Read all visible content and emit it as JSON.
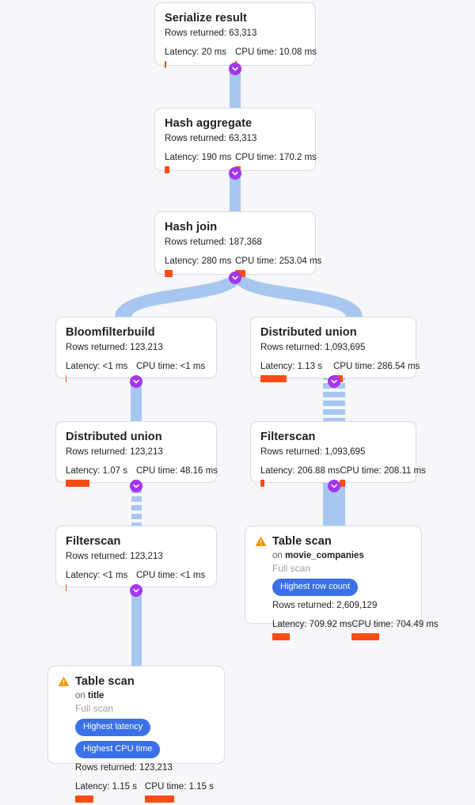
{
  "theme": {
    "background": "#f5f7fa",
    "card_background": "#ffffff",
    "card_border": "#dadce0",
    "edge_color": "#a8c7f0",
    "puck_color": "#a435f0",
    "badge_color": "#3b71e8",
    "metric_bar_color": "#fc4c16",
    "warning_color": "#f09300",
    "title_color": "#202124",
    "muted_color": "#5f6368"
  },
  "labels": {
    "rows_returned_prefix": "Rows returned: ",
    "latency_prefix": "Latency: ",
    "cpu_prefix": "CPU time: ",
    "on_prefix": "on ",
    "full_scan": "Full scan"
  },
  "nodes": [
    {
      "id": "serialize-result",
      "title": "Serialize result",
      "rows_returned": "Rows returned: 63,313",
      "latency": "Latency: 20 ms",
      "cpu_time": "CPU time: 10.08 ms",
      "latency_bar_pct": 2,
      "cpu_bar_pct": 2,
      "warning": false,
      "badges": []
    },
    {
      "id": "hash-aggregate",
      "title": "Hash aggregate",
      "rows_returned": "Rows returned: 63,313",
      "latency": "Latency: 190 ms",
      "cpu_time": "CPU time: 170.2 ms",
      "latency_bar_pct": 7,
      "cpu_bar_pct": 7,
      "warning": false,
      "badges": []
    },
    {
      "id": "hash-join",
      "title": "Hash join",
      "rows_returned": "Rows returned: 187,368",
      "latency": "Latency: 280 ms",
      "cpu_time": "CPU time: 253.04 ms",
      "latency_bar_pct": 11,
      "cpu_bar_pct": 12,
      "warning": false,
      "badges": []
    },
    {
      "id": "bloomfilterbuild",
      "title": "Bloomfilterbuild",
      "rows_returned": "Rows returned: 123,213",
      "latency": "Latency: <1 ms",
      "cpu_time": "CPU time: <1 ms",
      "latency_bar_pct": 1.5,
      "cpu_bar_pct": 1.5,
      "warning": false,
      "badges": []
    },
    {
      "id": "distributed-union-right",
      "title": "Distributed union",
      "rows_returned": "Rows returned: 1,093,695",
      "latency": "Latency: 1.13 s",
      "cpu_time": "CPU time: 286.54 ms",
      "latency_bar_pct": 36,
      "cpu_bar_pct": 11,
      "warning": false,
      "badges": []
    },
    {
      "id": "distributed-union-left",
      "title": "Distributed union",
      "rows_returned": "Rows returned: 123,213",
      "latency": "Latency: 1.07 s",
      "cpu_time": "CPU time: 48.16 ms",
      "latency_bar_pct": 34,
      "cpu_bar_pct": 2,
      "warning": false,
      "badges": []
    },
    {
      "id": "filterscan-right",
      "title": "Filterscan",
      "rows_returned": "Rows returned: 1,093,695",
      "latency": "Latency: 206.88 ms",
      "cpu_time": "CPU time: 208.11 ms",
      "latency_bar_pct": 5,
      "cpu_bar_pct": 6,
      "warning": false,
      "badges": []
    },
    {
      "id": "filterscan-left",
      "title": "Filterscan",
      "rows_returned": "Rows returned: 123,213",
      "latency": "Latency: <1 ms",
      "cpu_time": "CPU time: <1 ms",
      "latency_bar_pct": 1.5,
      "cpu_bar_pct": 1.5,
      "warning": false,
      "badges": []
    },
    {
      "id": "table-scan-movie-companies",
      "title": "Table scan",
      "subtitle_prefix": "on ",
      "table_name": "movie_companies",
      "scan_type": "Full scan",
      "rows_returned": "Rows returned: 2,609,129",
      "latency": "Latency: 709.92 ms",
      "cpu_time": "CPU time: 704.49 ms",
      "latency_bar_pct": 20,
      "cpu_bar_pct": 29,
      "warning": true,
      "badges": [
        "Highest row count"
      ]
    },
    {
      "id": "table-scan-title",
      "title": "Table scan",
      "subtitle_prefix": "on ",
      "table_name": "title",
      "scan_type": "Full scan",
      "rows_returned": "Rows returned: 123,213",
      "latency": "Latency: 1.15 s",
      "cpu_time": "CPU time: 1.15 s",
      "latency_bar_pct": 24,
      "cpu_bar_pct": 38,
      "warning": true,
      "badges": [
        "Highest latency",
        "Highest CPU time"
      ]
    }
  ],
  "connectors": [
    {
      "id": "serialize-to-hashagg",
      "style": "solid",
      "collapse_icon": "chevron-down-icon"
    },
    {
      "id": "hashagg-to-hashjoin",
      "style": "solid",
      "collapse_icon": "chevron-down-icon"
    },
    {
      "id": "hashjoin-branch",
      "style": "fan",
      "collapse_icon": "chevron-down-icon"
    },
    {
      "id": "bloom-to-distunion",
      "style": "solid",
      "collapse_icon": "chevron-down-icon"
    },
    {
      "id": "distunion-right-to-filterscan",
      "style": "dashed",
      "collapse_icon": "chevron-down-icon"
    },
    {
      "id": "distunion-left-to-filterscan",
      "style": "dashed",
      "collapse_icon": "chevron-down-icon"
    },
    {
      "id": "filterscan-right-to-tablescan",
      "style": "solid",
      "collapse_icon": "chevron-down-icon"
    },
    {
      "id": "filterscan-left-to-tablescan",
      "style": "solid",
      "collapse_icon": "chevron-down-icon"
    }
  ]
}
